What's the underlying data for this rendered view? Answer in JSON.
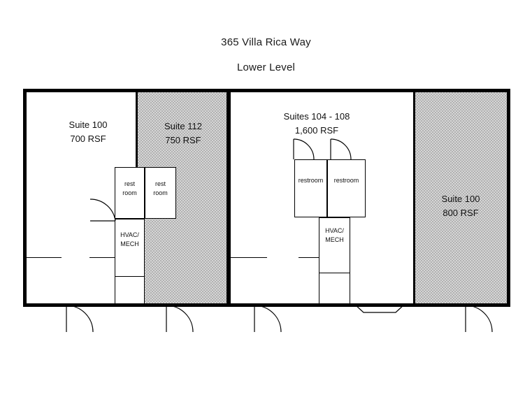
{
  "header": {
    "title": "365 Villa Rica Way",
    "subtitle": "Lower Level"
  },
  "plan": {
    "suites": [
      {
        "name": "Suite 100",
        "area": "700 RSF",
        "label": "Suite 100\n700 RSF"
      },
      {
        "name": "Suite 112",
        "area": "750 RSF",
        "label": "Suite 112\n750 RSF"
      },
      {
        "name": "Suites 104 - 108",
        "area": "1,600 RSF",
        "label": "Suites 104 - 108\n1,600 RSF"
      },
      {
        "name": "Suite 100",
        "area": "800 RSF",
        "label": "Suite 100\n800 RSF"
      }
    ],
    "rooms": {
      "rest_room_left": "rest\nroom",
      "rest_room_right": "rest\nroom",
      "hvac_left": "HVAC/\nMECH",
      "hvac_right": "HVAC/\nMECH",
      "restroom_a": "restroom",
      "restroom_b": "restroom"
    }
  },
  "colors": {
    "wall": "#000000",
    "hatch_fill": "#d6d6d6",
    "hatch_dot": "#5a5a5a",
    "background": "#ffffff",
    "text": "#111111"
  }
}
